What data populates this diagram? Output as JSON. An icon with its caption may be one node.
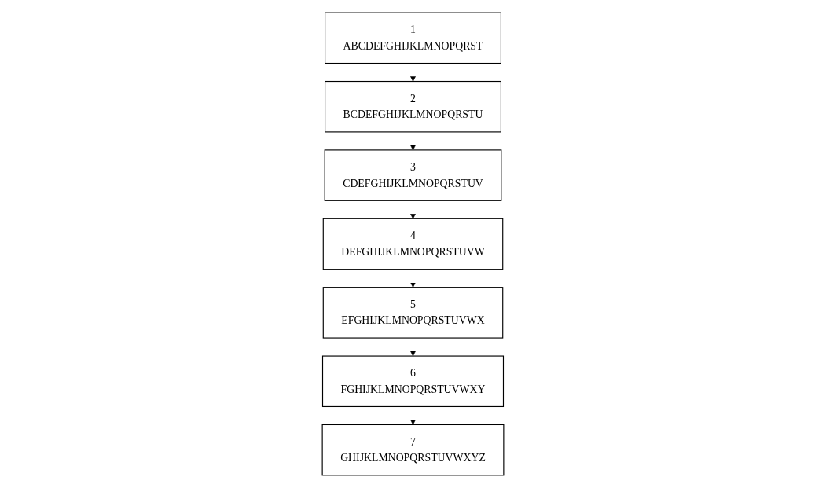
{
  "diagram": {
    "nodes": [
      {
        "text": [
          "1",
          "ABCDEFGHIJKLMNOPQRST"
        ]
      },
      {
        "text": [
          "2",
          "BCDEFGHIJKLMNOPQRSTU"
        ]
      },
      {
        "text": [
          "3",
          "CDEFGHIJKLMNOPQRSTUV"
        ]
      },
      {
        "text": [
          "4",
          "DEFGHIJKLMNOPQRSTUVW"
        ]
      },
      {
        "text": [
          "5",
          "EFGHIJKLMNOPQRSTUVWX"
        ]
      },
      {
        "text": [
          "6",
          "FGHIJKLMNOPQRSTUVWXY"
        ]
      },
      {
        "text": [
          "7",
          "GHIJKLMNOPQRSTUVWXYZ"
        ]
      }
    ],
    "edges": [
      {
        "from": 0,
        "to": 1,
        "arrow": "to"
      },
      {
        "from": 1,
        "to": 2,
        "arrow": "to"
      },
      {
        "from": 2,
        "to": 3,
        "arrow": "to"
      },
      {
        "from": 3,
        "to": 4,
        "arrow": "to"
      },
      {
        "from": 4,
        "to": 5,
        "arrow": "to"
      },
      {
        "from": 5,
        "to": 6,
        "arrow": "to"
      }
    ]
  }
}
